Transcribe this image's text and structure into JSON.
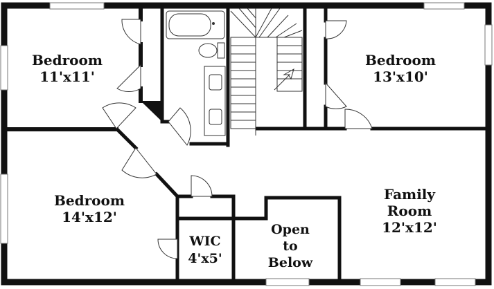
{
  "rooms": [
    {
      "id": "bedroom-1",
      "name": "Bedroom",
      "size": "11'x11'"
    },
    {
      "id": "bedroom-2",
      "name": "Bedroom",
      "size": "13'x10'"
    },
    {
      "id": "bedroom-3",
      "name": "Bedroom",
      "size": "14'x12'"
    },
    {
      "id": "family-room",
      "name": "Family",
      "name2": "Room",
      "size": "12'x12'"
    },
    {
      "id": "wic",
      "name": "WIC",
      "size": "4'x5'"
    },
    {
      "id": "open-to-below",
      "name": "Open",
      "name2": "to",
      "name3": "Below"
    }
  ]
}
